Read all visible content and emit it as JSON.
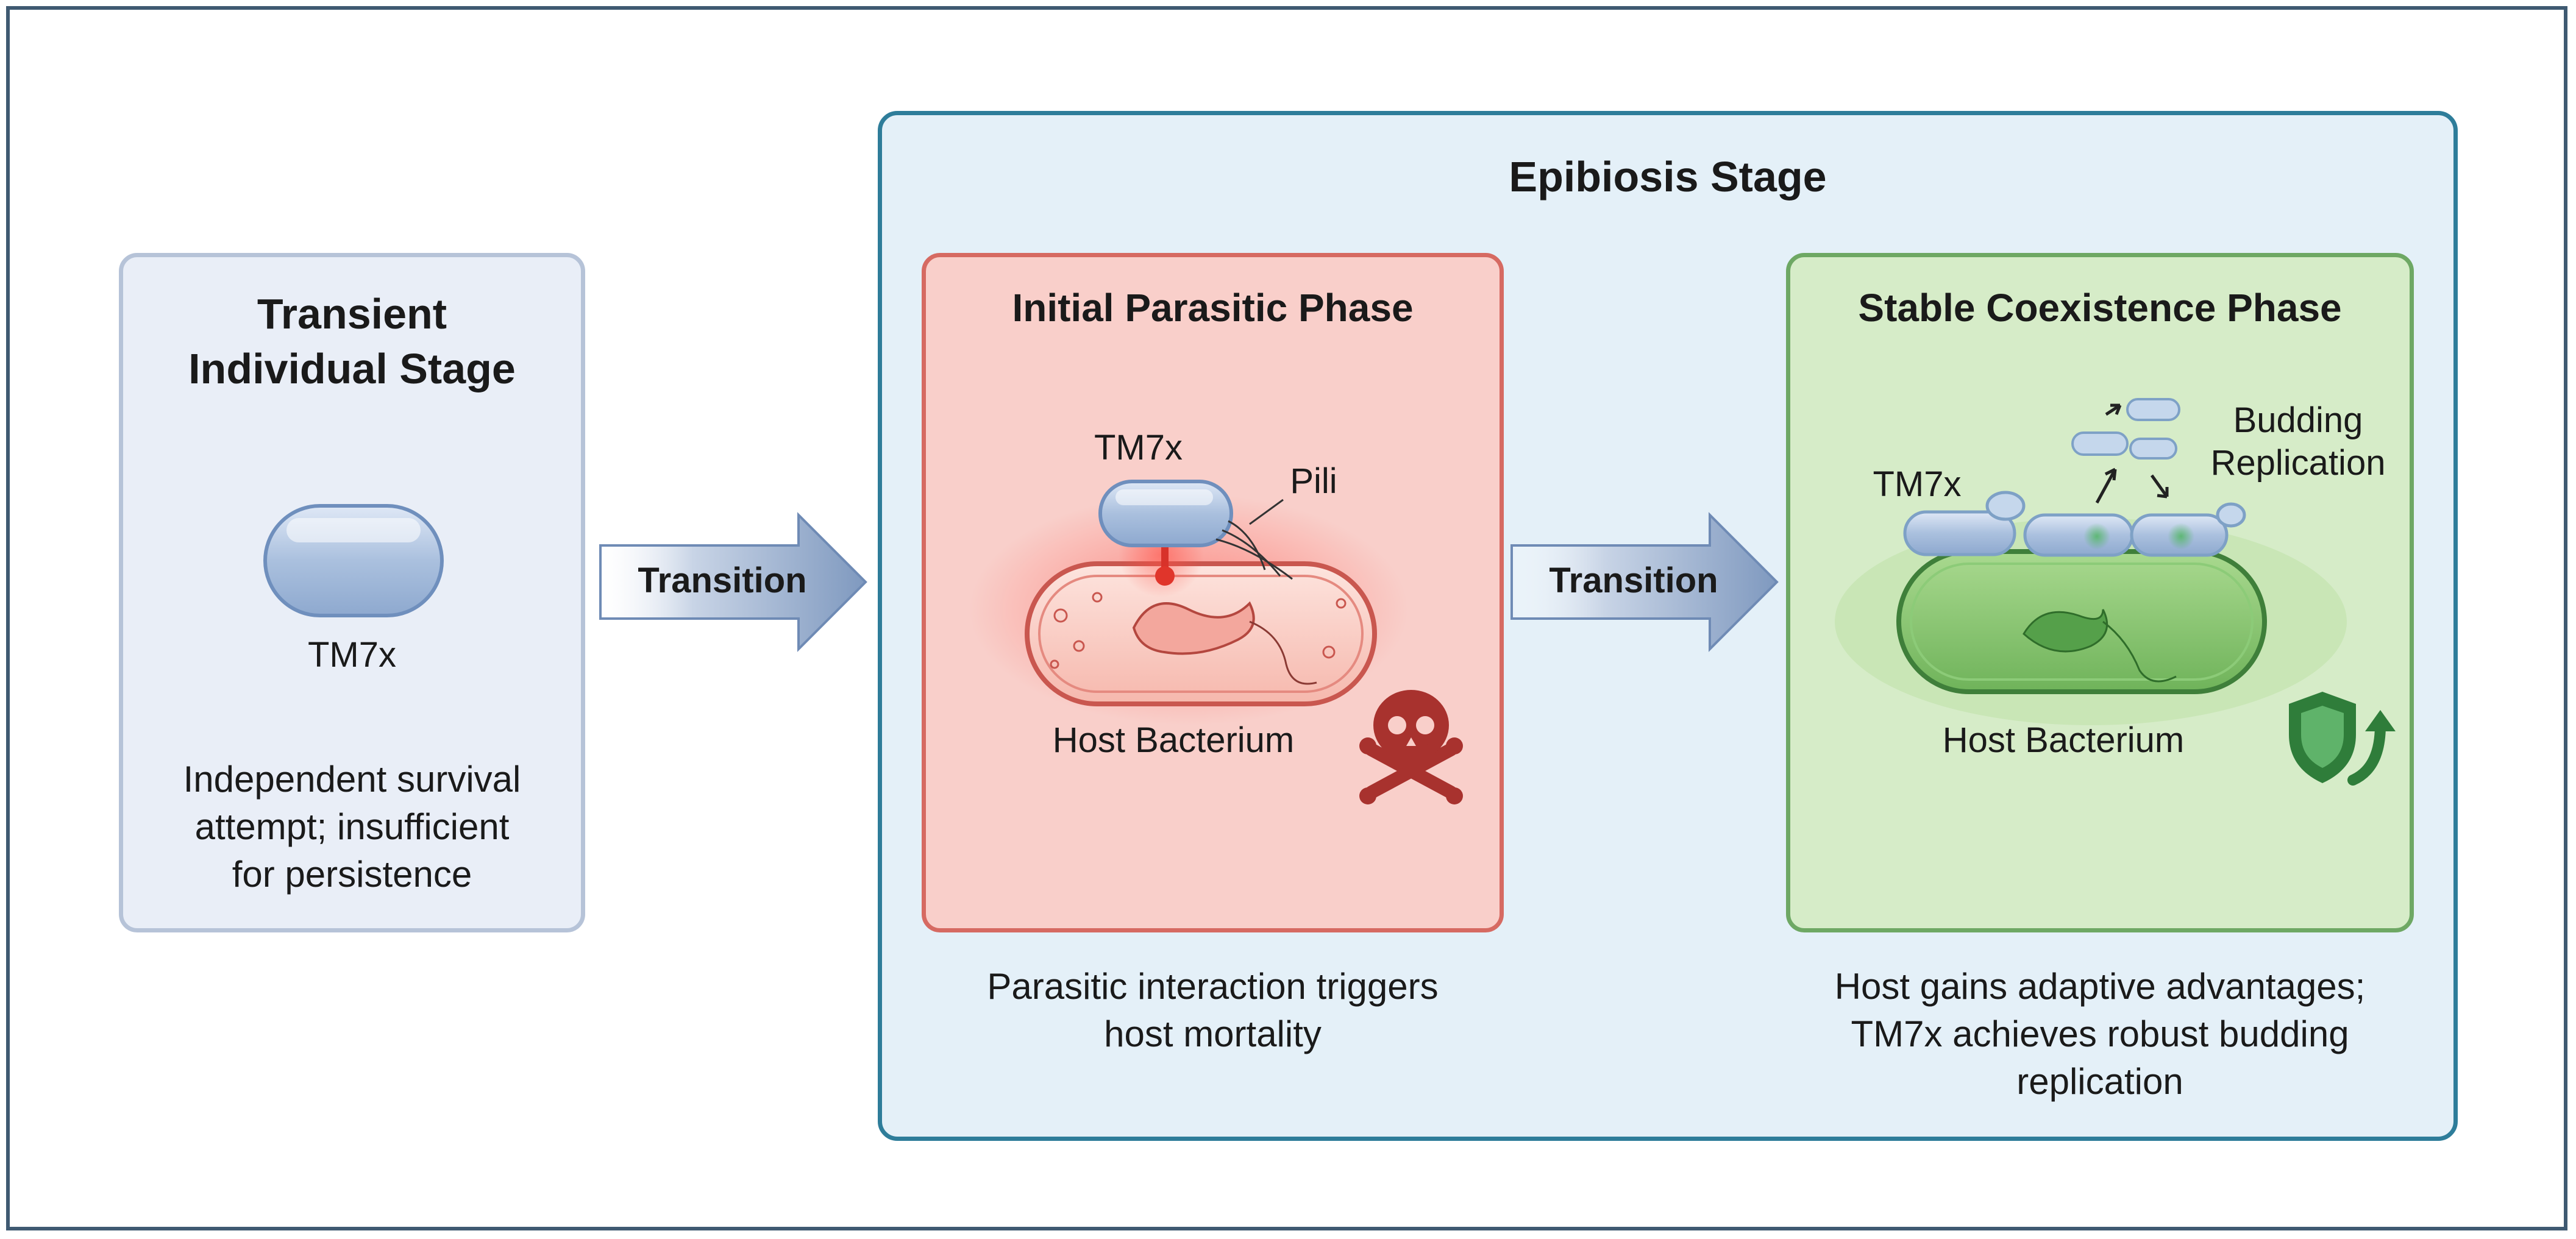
{
  "stage_transient": {
    "title_line1": "Transient",
    "title_line2": "Individual Stage",
    "organism_label": "TM7x",
    "desc_line1": "Independent survival",
    "desc_line2": "attempt; insufficient",
    "desc_line3": "for persistence"
  },
  "transition_1": {
    "label": "Transition"
  },
  "epibiosis": {
    "title": "Epibiosis Stage"
  },
  "phase_parasitic": {
    "title": "Initial Parasitic Phase",
    "tm7x_label": "TM7x",
    "pili_label": "Pili",
    "host_label": "Host Bacterium",
    "icon": "skull-crossbones-icon",
    "desc_line1": "Parasitic interaction triggers",
    "desc_line2": "host mortality"
  },
  "transition_2": {
    "label": "Transition"
  },
  "phase_coexistence": {
    "title": "Stable Coexistence Phase",
    "tm7x_label": "TM7x",
    "budding_line1": "Budding",
    "budding_line2": "Replication",
    "host_label": "Host Bacterium",
    "icon": "shield-up-icon",
    "desc_line1": "Host gains adaptive advantages;",
    "desc_line2": "TM7x achieves robust budding",
    "desc_line3": "replication"
  },
  "colors": {
    "border": "#3f5a72",
    "transient_bg": "#e9eef7",
    "epibiosis_border": "#2e7d9a",
    "parasitic_bg": "#f9cfca",
    "coexistence_bg": "#d6ecc8",
    "arrow": "#7f99bf"
  }
}
